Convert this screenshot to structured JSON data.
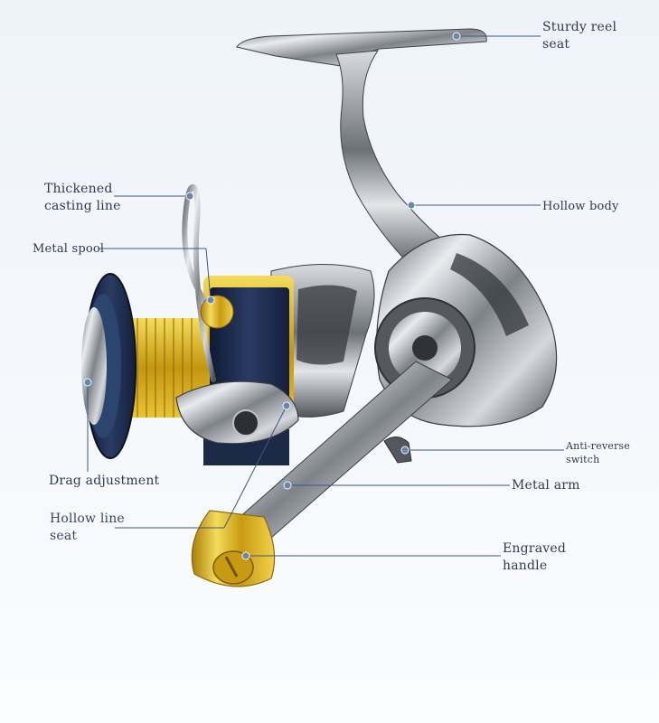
{
  "colors": {
    "background": "#eef3fa",
    "leader_line": "#3e5878",
    "label_text": "#2f3a4d",
    "chrome": "#a9adb3",
    "gold": "#d7b225",
    "navy": "#1a2746"
  },
  "callouts": {
    "sturdy_reel_seat": "Sturdy reel\nseat",
    "thickened_casting_line": "Thickened\ncasting line",
    "hollow_body": "Hollow body",
    "metal_spool": "Metal spool",
    "anti_reverse_switch": "Anti-reverse\nswitch",
    "drag_adjustment": "Drag adjustment",
    "metal_arm": "Metal arm",
    "hollow_line_seat": "Hollow line\nseat",
    "engraved_handle": "Engraved\nhandle"
  }
}
